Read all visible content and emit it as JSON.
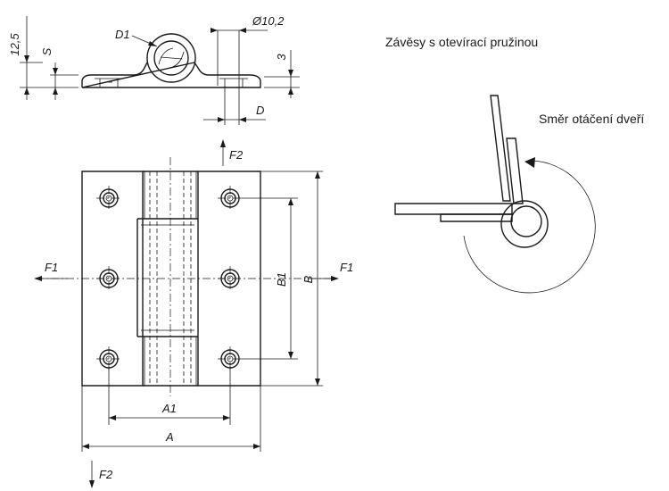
{
  "caption": "Závěsy s otevírací pružinou",
  "rotation_label": "Směr otáčení dveří",
  "dims": {
    "height": "12,5",
    "s": "S",
    "d1": "D1",
    "diameter": "Ø10,2",
    "three": "3",
    "d": "D",
    "f2": "F2",
    "f1": "F1",
    "b1": "B1",
    "b": "B",
    "a1": "A1",
    "a": "A"
  }
}
